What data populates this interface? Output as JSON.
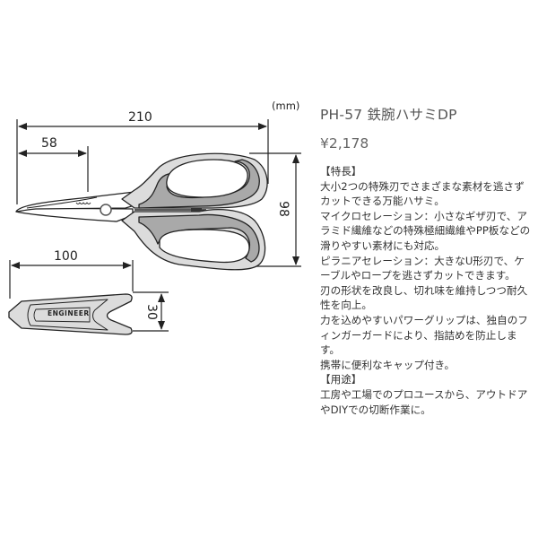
{
  "diagram": {
    "unit": "(mm)",
    "scissors": {
      "total_length": "210",
      "blade_length": "58",
      "handle_height": "98",
      "colors": {
        "outline": "#222222",
        "handle_light": "#dcdcdc",
        "handle_dark": "#a9a9a9",
        "blade": "#ffffff"
      }
    },
    "cap": {
      "length": "100",
      "width": "30",
      "brand_text": "ENGINEER"
    }
  },
  "product": {
    "title": "PH-57 鉄腕ハサミDP",
    "price": "¥2,178",
    "features_heading": "【特長】",
    "features": [
      "大小2つの特殊刃でさまざまな素材を逃さずカットできる万能ハサミ。",
      "マイクロセレーション：小さなギザ刃で、アラミド繊維などの特殊極細繊維やPP板などの滑りやすい素材にも対応。",
      "ピラニアセレーション：大きなU形刃で、ケーブルやロープを逃さずカットできます。",
      "刃の形状を改良し、切れ味を維持しつつ耐久性を向上。",
      "力を込めやすいパワーグリップは、独自のフィンガーガードにより、指詰めを防止します。",
      "携帯に便利なキャップ付き。"
    ],
    "usage_heading": "【用途】",
    "usage": "工房や工場でのプロユースから、アウトドアやDIYでの切断作業に。"
  }
}
